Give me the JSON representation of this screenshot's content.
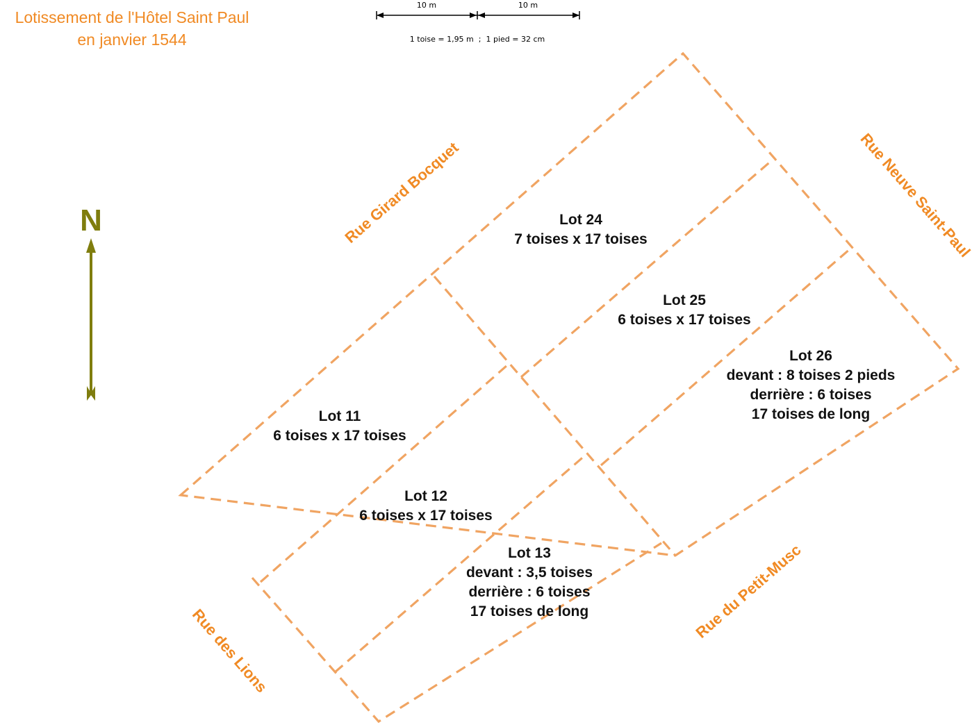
{
  "title": {
    "line1": "Lotissement de l'Hôtel Saint Paul",
    "line2": "en janvier 1544"
  },
  "scale": {
    "segment1": "10 m",
    "segment2": "10 m",
    "note": "1 toise = 1,95 m  ;  1 pied = 32 cm"
  },
  "north": {
    "label": "N"
  },
  "streets": {
    "girard_bocquet": "Rue Girard Bocquet",
    "neuve_saint_paul": "Rue Neuve Saint-Paul",
    "des_lions": "Rue des Lions",
    "petit_musc": "Rue du Petit-Musc"
  },
  "lots": {
    "lot24": {
      "name": "Lot 24",
      "line1": "7 toises x 17 toises"
    },
    "lot25": {
      "name": "Lot 25",
      "line1": "6 toises x 17 toises"
    },
    "lot26": {
      "name": "Lot 26",
      "line1": "devant : 8 toises 2 pieds",
      "line2": "derrière : 6 toises",
      "line3": "17 toises de long"
    },
    "lot11": {
      "name": "Lot 11",
      "line1": "6 toises x 17 toises"
    },
    "lot12": {
      "name": "Lot 12",
      "line1": "6 toises x 17 toises"
    },
    "lot13": {
      "name": "Lot 13",
      "line1": "devant : 3,5 toises",
      "line2": "derrière : 6 toises",
      "line3": "17 toises de long"
    }
  },
  "colors": {
    "title": "#f08a24",
    "street": "#f08a24",
    "parcel_line": "#f0a462",
    "north_arrow": "#7f7d0e",
    "lot_text": "#111111"
  },
  "icons": {
    "north_arrow": "north-arrow-icon"
  }
}
